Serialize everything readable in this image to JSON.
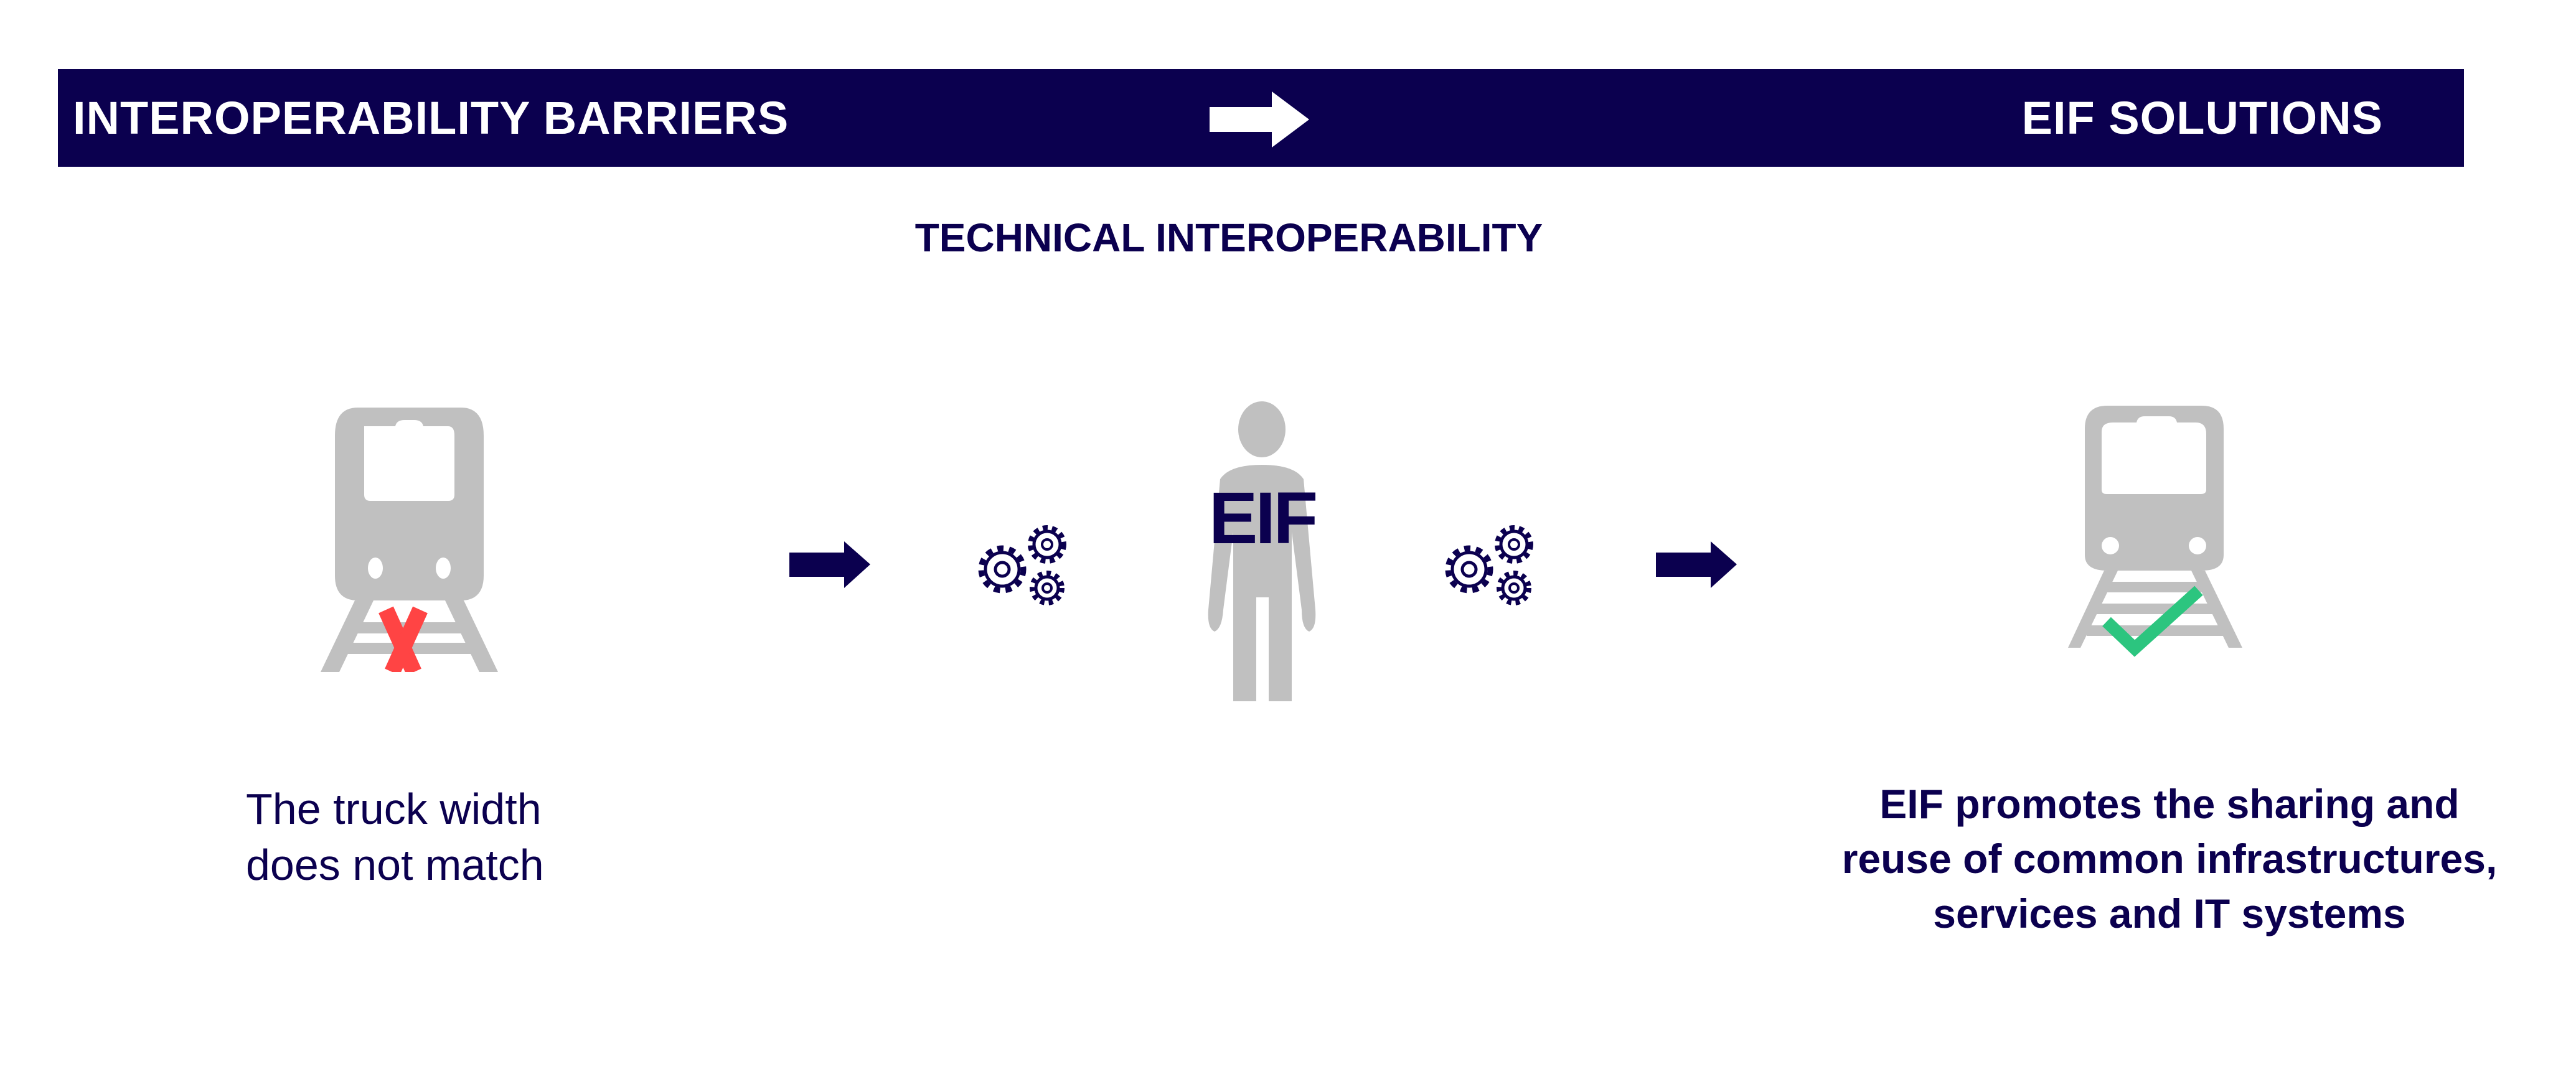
{
  "header": {
    "left_label": "INTEROPERABILITY BARRIERS",
    "right_label": "EIF SOLUTIONS",
    "arrow_icon": "right-arrow"
  },
  "section_title": "TECHNICAL INTEROPERABILITY",
  "diagram": {
    "barrier_icon": "train-with-red-x",
    "person_label": "EIF",
    "solution_icon": "train-with-green-check"
  },
  "captions": {
    "barrier": [
      "The truck width",
      "does not match"
    ],
    "solution": [
      "EIF promotes the sharing and",
      "reuse of common infrastructures,",
      "services and IT systems"
    ]
  },
  "colors": {
    "navy": "#0b004f",
    "gray": "#c0c0c0",
    "red": "#ff4444",
    "green": "#2cc57f"
  }
}
